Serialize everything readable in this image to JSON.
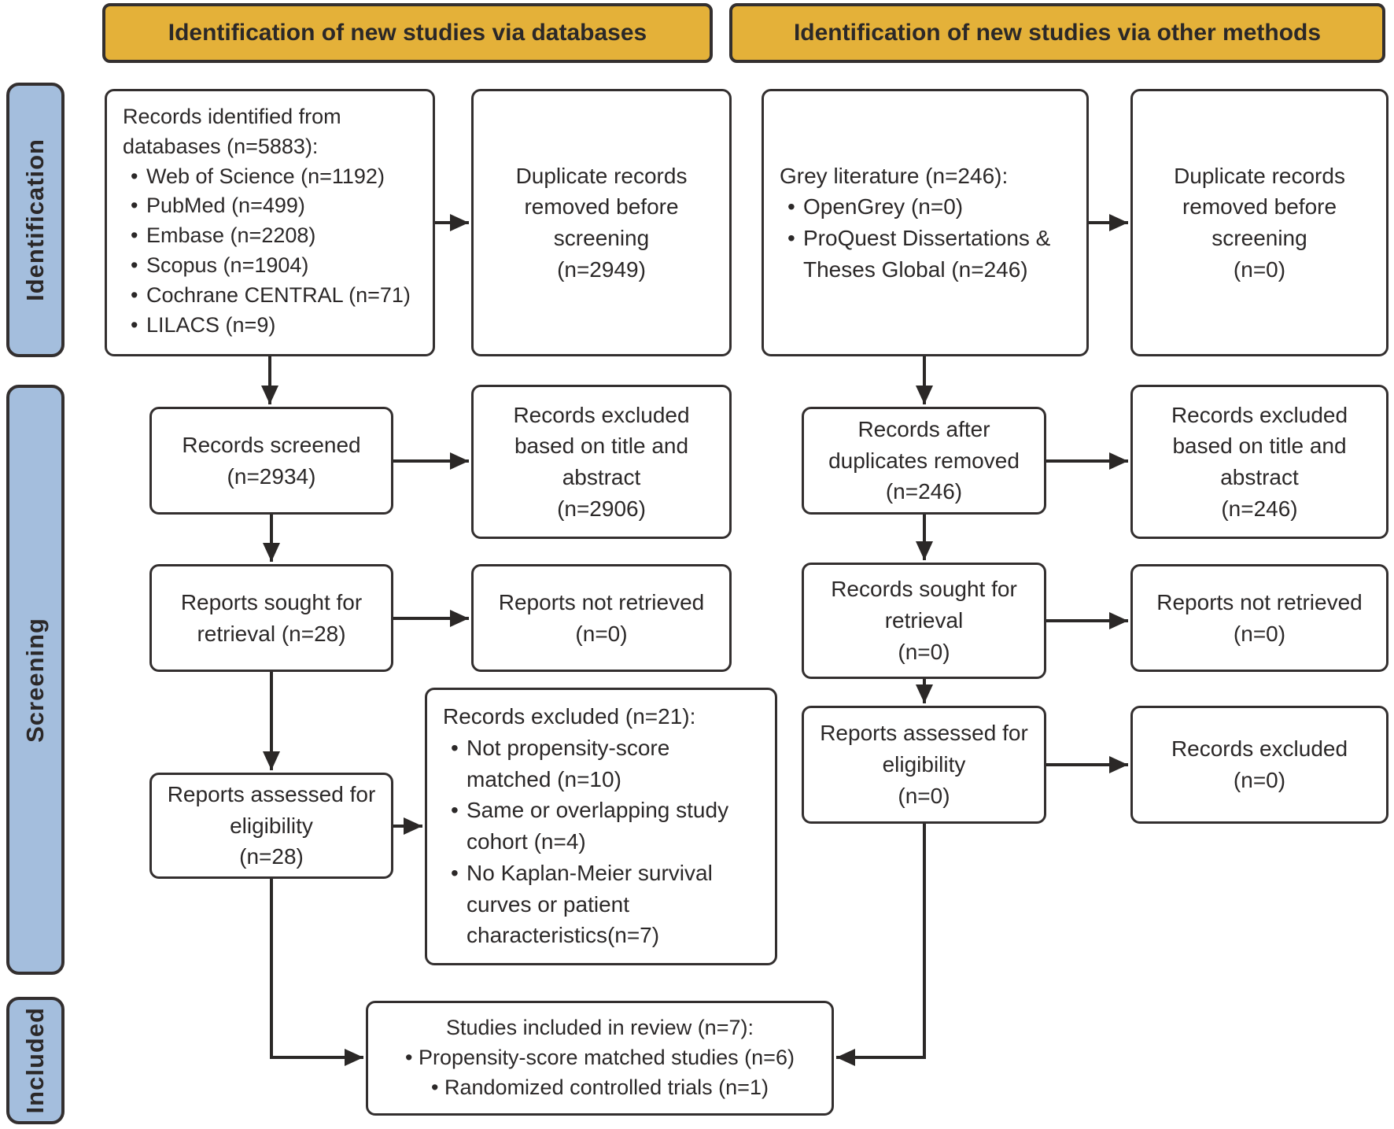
{
  "headers": {
    "left": "Identification of new studies via databases",
    "right": "Identification of new studies via other methods"
  },
  "sidebar": {
    "identification": "Identification",
    "screening": "Screening",
    "included": "Included"
  },
  "colors": {
    "header_fill": "#e4b139",
    "sidebar_fill": "#a4bedd",
    "box_border": "#332f2f",
    "text": "#2b2828",
    "arrow": "#2b2827",
    "box_fill": "#ffffff"
  },
  "boxes": {
    "records_identified": {
      "heading": "Records identified from databases (n=5883):",
      "items": [
        "Web of Science (n=1192)",
        "PubMed (n=499)",
        "Embase (n=2208)",
        "Scopus (n=1904)",
        "Cochrane CENTRAL (n=71)",
        "LILACS (n=9)"
      ]
    },
    "dup_removed_db": "Duplicate records\nremoved before\nscreening\n(n=2949)",
    "grey_literature": {
      "heading": "Grey literature (n=246):",
      "items": [
        "OpenGrey (n=0)",
        "ProQuest Dissertations & Theses Global (n=246)"
      ]
    },
    "dup_removed_other": "Duplicate records\nremoved before\nscreening\n(n=0)",
    "records_screened": "Records screened\n(n=2934)",
    "records_excluded_title_db": "Records excluded\nbased on title and\nabstract\n(n=2906)",
    "records_after_dup": "Records after\nduplicates removed\n(n=246)",
    "records_excluded_title_other": "Records excluded\nbased on title and\nabstract\n(n=246)",
    "reports_sought_db": "Reports sought for\nretrieval (n=28)",
    "reports_not_retrieved_db": "Reports not retrieved\n(n=0)",
    "records_sought_other": "Records sought for\nretrieval\n(n=0)",
    "reports_not_retrieved_other": "Reports not retrieved\n(n=0)",
    "reports_assessed_db": "Reports assessed for\neligibility\n(n=28)",
    "records_excluded_reasons": {
      "heading": "Records excluded (n=21):",
      "items": [
        "Not propensity-score matched (n=10)",
        "Same or overlapping study cohort (n=4)",
        "No Kaplan-Meier survival curves or patient characteristics(n=7)"
      ]
    },
    "reports_assessed_other": "Reports assessed for\neligibility\n(n=0)",
    "records_excluded_other": "Records excluded\n(n=0)",
    "studies_included": "Studies included in review (n=7):\n• Propensity-score matched studies (n=6)\n• Randomized controlled trials (n=1)"
  }
}
